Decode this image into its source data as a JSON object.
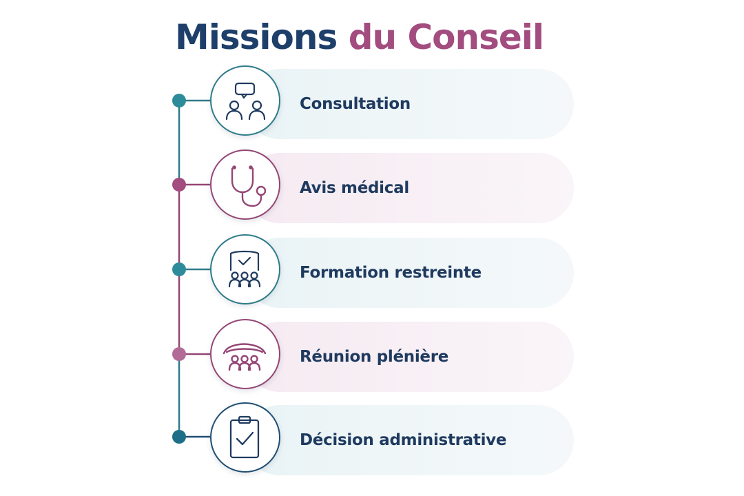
{
  "title": {
    "part1": "Missions",
    "part2": "du Conseil"
  },
  "colors": {
    "navy": "#1d3f6a",
    "plum": "#a24c7f",
    "teal": "#2e7b89",
    "label": "#1f3a5f"
  },
  "steps": [
    {
      "label": "Consultation",
      "icon": "conversation-people-icon",
      "color": "teal"
    },
    {
      "label": "Avis médical",
      "icon": "stethoscope-icon",
      "color": "plum"
    },
    {
      "label": "Formation restreinte",
      "icon": "board-approval-group-icon",
      "color": "teal"
    },
    {
      "label": "Réunion plénière",
      "icon": "assembly-dome-icon",
      "color": "plum"
    },
    {
      "label": "Décision administrative",
      "icon": "clipboard-check-icon",
      "color": "navy"
    }
  ]
}
